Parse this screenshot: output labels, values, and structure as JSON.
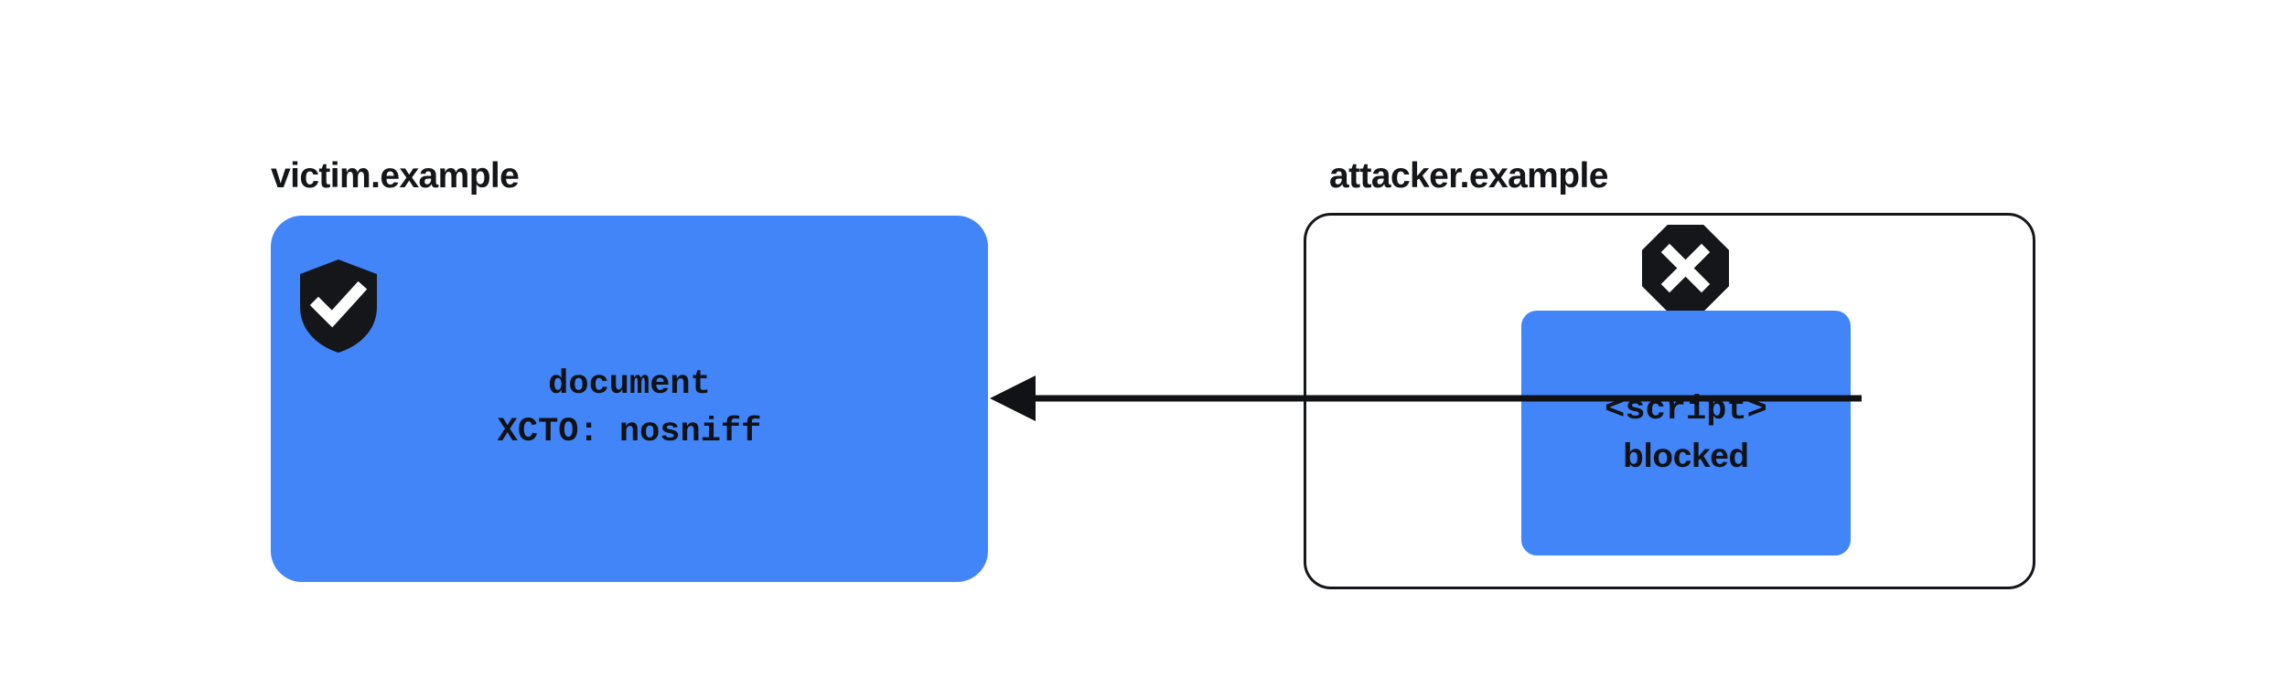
{
  "diagram": {
    "background_color": "#ffffff",
    "accent_blue": "#4285f8",
    "ink_color": "#14161a"
  },
  "victim": {
    "label": "victim.example",
    "badge_icon": "shield-check-icon",
    "lines": [
      "document",
      "XCTO: nosniff"
    ]
  },
  "attacker": {
    "label": "attacker.example",
    "status_icon": "octagon-x-icon",
    "script": {
      "tag": "<script>",
      "status": "blocked"
    }
  },
  "arrow": {
    "icon": "left-arrow-icon",
    "direction": "right-to-left",
    "from": "attacker.example script",
    "to": "victim.example document"
  }
}
